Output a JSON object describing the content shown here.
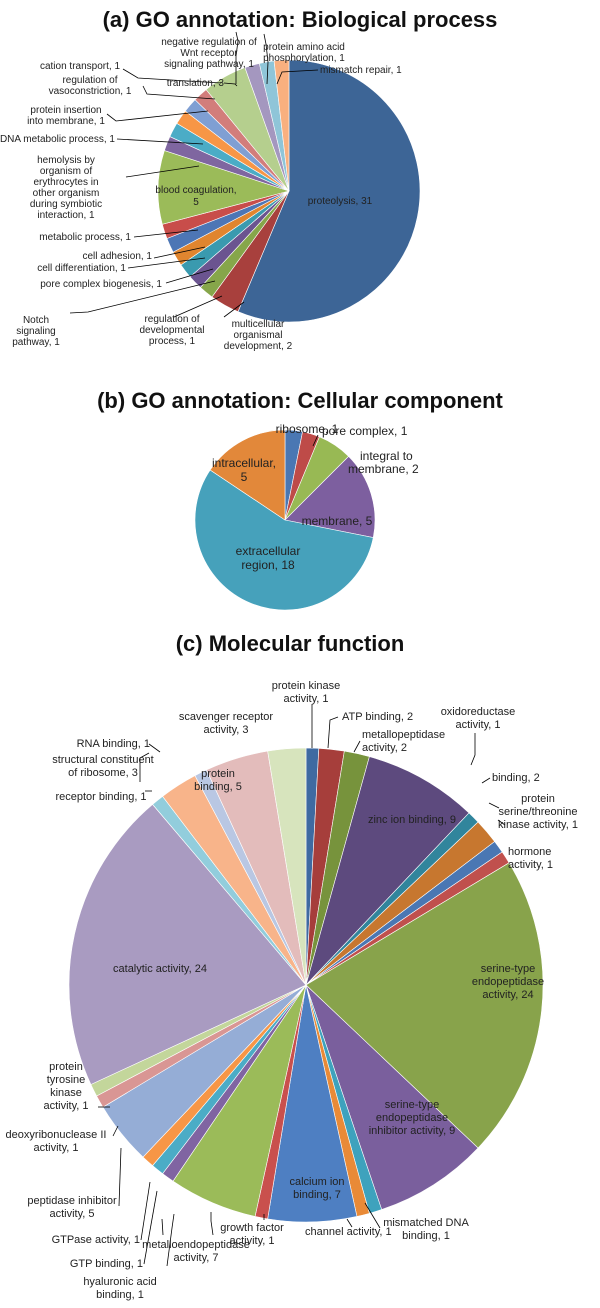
{
  "chart_data": [
    {
      "type": "pie",
      "title": "(a) GO annotation: Biological process",
      "slices": [
        {
          "label": "proteolysis, 31",
          "value": 31,
          "color": "#3d6596"
        },
        {
          "label": "multicellular organismal development, 2",
          "value": 2,
          "color": "#a8403d"
        },
        {
          "label": "regulation of developmental process, 1",
          "value": 1,
          "color": "#86a64a"
        },
        {
          "label": "Notch signaling pathway, 1",
          "value": 1,
          "color": "#6b5490"
        },
        {
          "label": "pore complex biogenesis, 1",
          "value": 1,
          "color": "#3a9aaf"
        },
        {
          "label": "cell differentiation, 1",
          "value": 1,
          "color": "#e0852f"
        },
        {
          "label": "cell adhesion, 1",
          "value": 1,
          "color": "#4d76b5"
        },
        {
          "label": "metabolic process, 1",
          "value": 1,
          "color": "#c84d4a"
        },
        {
          "label": "blood coagulation, 5",
          "value": 5,
          "color": "#9bbb59"
        },
        {
          "label": "hemolysis by organism of erythrocytes in other organism during symbiotic interaction, 1",
          "value": 1,
          "color": "#7f66a0"
        },
        {
          "label": "DNA metabolic process, 1",
          "value": 1,
          "color": "#4bacc6"
        },
        {
          "label": "protein insertion into membrane, 1",
          "value": 1,
          "color": "#f79646"
        },
        {
          "label": "regulation of vasoconstriction, 1",
          "value": 1,
          "color": "#7f9fd3"
        },
        {
          "label": "cation transport, 1",
          "value": 1,
          "color": "#d27d7b"
        },
        {
          "label": "translation, 3",
          "value": 3,
          "color": "#b5cf8e"
        },
        {
          "label": "negative regulation of Wnt receptor signaling pathway, 1",
          "value": 1,
          "color": "#a497bf"
        },
        {
          "label": "protein amino acid phosphorylation, 1",
          "value": 1,
          "color": "#8fc5d8"
        },
        {
          "label": "mismatch repair, 1",
          "value": 1,
          "color": "#f9b07f"
        }
      ]
    },
    {
      "type": "pie",
      "title": "(b) GO annotation: Cellular component",
      "slices": [
        {
          "label": "ribosome, 1",
          "value": 1,
          "color": "#4a77b3"
        },
        {
          "label": "pore complex, 1",
          "value": 1,
          "color": "#be4b48"
        },
        {
          "label": "integral to membrane, 2",
          "value": 2,
          "color": "#98b954"
        },
        {
          "label": "membrane, 5",
          "value": 5,
          "color": "#7d5f9f"
        },
        {
          "label": "extracellular region, 18",
          "value": 18,
          "color": "#46a1bb"
        },
        {
          "label": "intracellular, 5",
          "value": 5,
          "color": "#e2883a"
        }
      ]
    },
    {
      "type": "pie",
      "title": "(c) Molecular function",
      "slices": [
        {
          "label": "protein kinase activity, 1",
          "value": 1,
          "color": "#3f6aa1"
        },
        {
          "label": "ATP binding, 2",
          "value": 2,
          "color": "#a63e3b"
        },
        {
          "label": "metallopeptidase activity, 2",
          "value": 2,
          "color": "#77933c"
        },
        {
          "label": "zinc ion binding, 9",
          "value": 9,
          "color": "#5d4a7e"
        },
        {
          "label": "oxidoreductase activity, 1",
          "value": 1,
          "color": "#31859c"
        },
        {
          "label": "binding, 2",
          "value": 2,
          "color": "#c7772f"
        },
        {
          "label": "protein serine/threonine kinase activity, 1",
          "value": 1,
          "color": "#4a77b3"
        },
        {
          "label": "hormone activity, 1",
          "value": 1,
          "color": "#c0504d"
        },
        {
          "label": "serine-type endopeptidase activity, 24",
          "value": 24,
          "color": "#88a34b"
        },
        {
          "label": "serine-type endopeptidase inhibitor activity, 9",
          "value": 9,
          "color": "#7a5f9d"
        },
        {
          "label": "mismatched DNA binding, 1",
          "value": 1,
          "color": "#3ea2bd"
        },
        {
          "label": "channel activity, 1",
          "value": 1,
          "color": "#e98a37"
        },
        {
          "label": "calcium ion binding, 7",
          "value": 7,
          "color": "#4e7fc2"
        },
        {
          "label": "growth factor activity, 1",
          "value": 1,
          "color": "#c9504d"
        },
        {
          "label": "metalloendopeptidase activity, 7",
          "value": 7,
          "color": "#9bbb59"
        },
        {
          "label": "hyaluronic acid binding, 1",
          "value": 1,
          "color": "#8064a2"
        },
        {
          "label": "GTP binding, 1",
          "value": 1,
          "color": "#4bacc6"
        },
        {
          "label": "GTPase activity, 1",
          "value": 1,
          "color": "#f79646"
        },
        {
          "label": "peptidase inhibitor activity, 5",
          "value": 5,
          "color": "#95add6"
        },
        {
          "label": "deoxyribonuclease II activity, 1",
          "value": 1,
          "color": "#d99694"
        },
        {
          "label": "protein tyrosine kinase activity, 1",
          "value": 1,
          "color": "#c3d69b"
        },
        {
          "label": "catalytic activity, 24",
          "value": 24,
          "color": "#a99bc1"
        },
        {
          "label": "receptor binding, 1",
          "value": 1,
          "color": "#92cddc"
        },
        {
          "label": "structural constituent of ribosome, 3",
          "value": 3,
          "color": "#f8b48a"
        },
        {
          "label": "RNA binding, 1",
          "value": 1,
          "color": "#b9c7e3"
        },
        {
          "label": "protein binding, 5",
          "value": 5,
          "color": "#e3bcbb"
        },
        {
          "label": "scavenger receptor activity, 3",
          "value": 3,
          "color": "#d7e4bd"
        }
      ]
    }
  ]
}
